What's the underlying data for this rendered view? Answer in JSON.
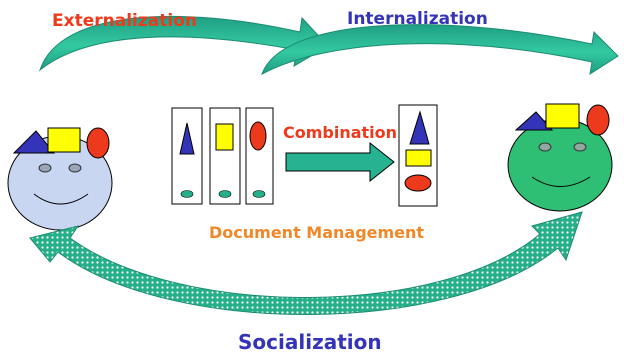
{
  "labels": {
    "externalization": "Externalization",
    "internalization": "Internalization",
    "combination": "Combination",
    "document_management": "Document Management",
    "socialization": "Socialization"
  },
  "colors": {
    "externalization_text": "#ee3a1c",
    "internalization_text": "#3434b8",
    "combination_text": "#ee3a1c",
    "document_management_text": "#f0882a",
    "socialization_text": "#3434b8",
    "curved_arrow_fill": "#27b291",
    "socialization_arrow_fill": "#26b08a",
    "left_face_fill": "#c8d6f2",
    "right_face_fill": "#2fbf74",
    "triangle": "#3434b8",
    "square": "#ffff00",
    "ellipse": "#ee3a1c",
    "doc_dot": "#26b08a"
  },
  "icons": [
    "person-head-icon",
    "document-icon",
    "arrow-icon"
  ]
}
